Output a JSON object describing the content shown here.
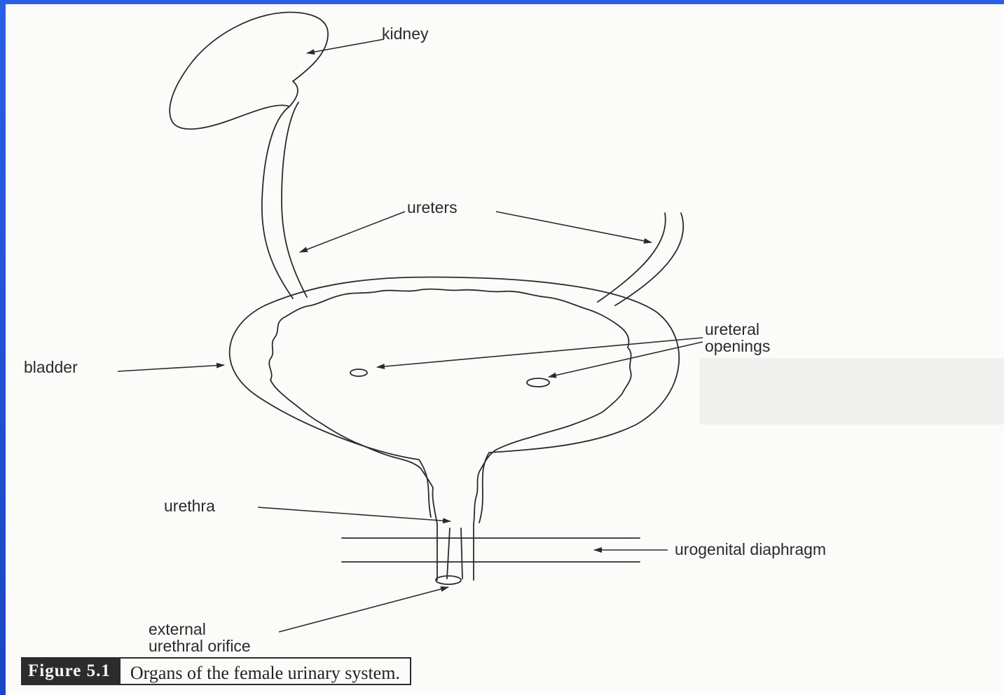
{
  "labels": {
    "kidney": "kidney",
    "ureters": "ureters",
    "ureteral_line1": "ureteral",
    "ureteral_line2": "openings",
    "bladder": "bladder",
    "urethra": "urethra",
    "urogenital": "urogenital diaphragm",
    "external_line1": "external",
    "external_line2": "urethral orifice"
  },
  "caption": {
    "number": "Figure 5.1",
    "text": "Organs of the female urinary system."
  },
  "colors": {
    "frame": "#1f4fd0",
    "paper": "#fbfbf9",
    "ink": "#2b2b2b"
  }
}
